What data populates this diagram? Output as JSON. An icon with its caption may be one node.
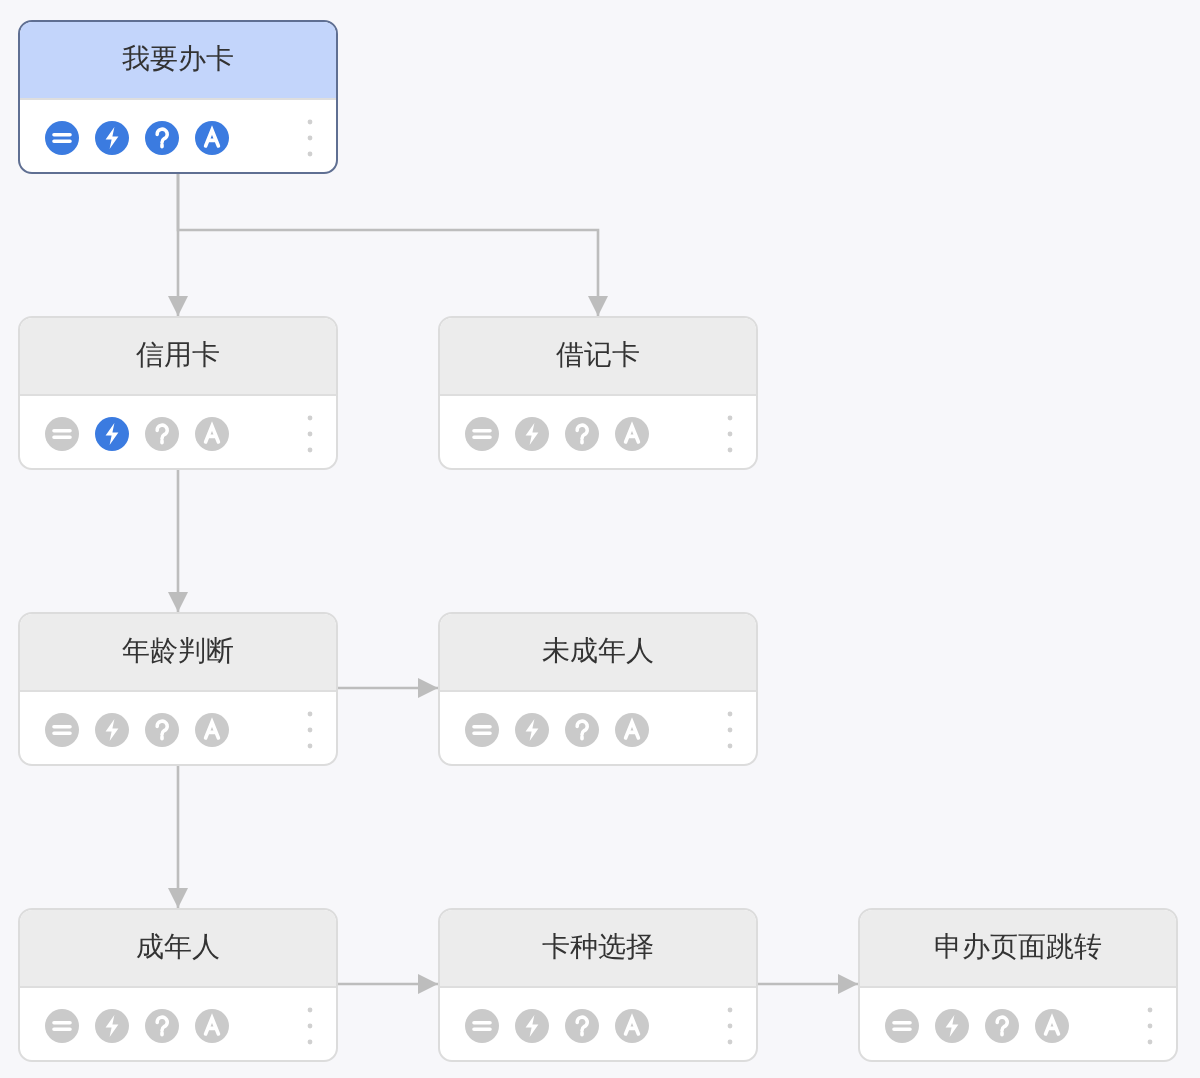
{
  "diagram": {
    "nodes": [
      {
        "text": [
          "我要办卡"
        ]
      },
      {
        "text": [
          "信用卡"
        ]
      },
      {
        "text": [
          "借记卡"
        ]
      },
      {
        "text": [
          "年龄判断"
        ]
      },
      {
        "text": [
          "未成年人"
        ]
      },
      {
        "text": [
          "成年人"
        ]
      },
      {
        "text": [
          "卡种选择"
        ]
      },
      {
        "text": [
          "申办页面跳转"
        ]
      }
    ],
    "edges": [
      {
        "from": 0,
        "to": 1,
        "arrow": "to"
      },
      {
        "from": 0,
        "to": 2,
        "arrow": "to"
      },
      {
        "from": 1,
        "to": 3,
        "arrow": "to"
      },
      {
        "from": 3,
        "to": 4,
        "arrow": "to"
      },
      {
        "from": 3,
        "to": 5,
        "arrow": "to"
      },
      {
        "from": 5,
        "to": 6,
        "arrow": "to"
      },
      {
        "from": 6,
        "to": 7,
        "arrow": "to"
      }
    ]
  }
}
